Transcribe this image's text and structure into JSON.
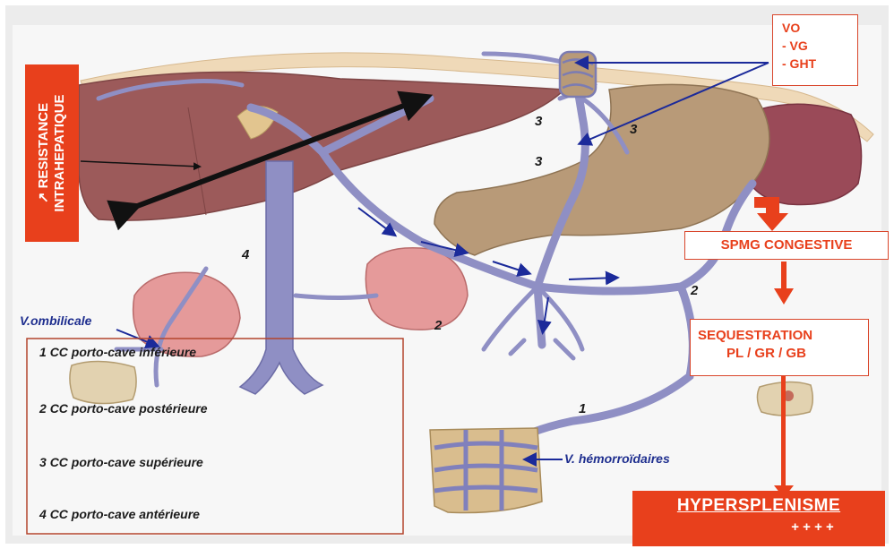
{
  "resistance": {
    "line1": "↗ RESISTANCE",
    "line2": "INTRAHEPATIQUE"
  },
  "causes": {
    "vo": "VO",
    "vg": "- VG",
    "ght": "- GHT"
  },
  "splenomegaly": "SPMG CONGESTIVE",
  "sequestration": {
    "line1": "SEQUESTRATION",
    "line2": "PL / GR / GB"
  },
  "hypersplenism": {
    "title": "HYPERSPLENISME",
    "marks": "+ + + +"
  },
  "vessel_labels": {
    "umbilical": "V.ombilicale",
    "hemorrhoidal": "V. hémorroïdaires"
  },
  "legend": [
    {
      "num": "1",
      "text": "CC porto-cave inférieure"
    },
    {
      "num": "2",
      "text": "CC porto-cave postérieure"
    },
    {
      "num": "3",
      "text": "CC porto-cave supérieure"
    },
    {
      "num": "4",
      "text": "CC porto-cave antérieure"
    }
  ],
  "route_numbers": {
    "n3a": "3",
    "n3b": "3",
    "n3c": "3",
    "n4": "4",
    "n2a": "2",
    "n2b": "2",
    "n1": "1"
  },
  "colors": {
    "accent_red": "#e8401c",
    "vein_blue": "#8f8fc4",
    "liver": "#9c5a5a",
    "stomach": "#b89a78",
    "arrow_blue": "#1b2a9a"
  }
}
